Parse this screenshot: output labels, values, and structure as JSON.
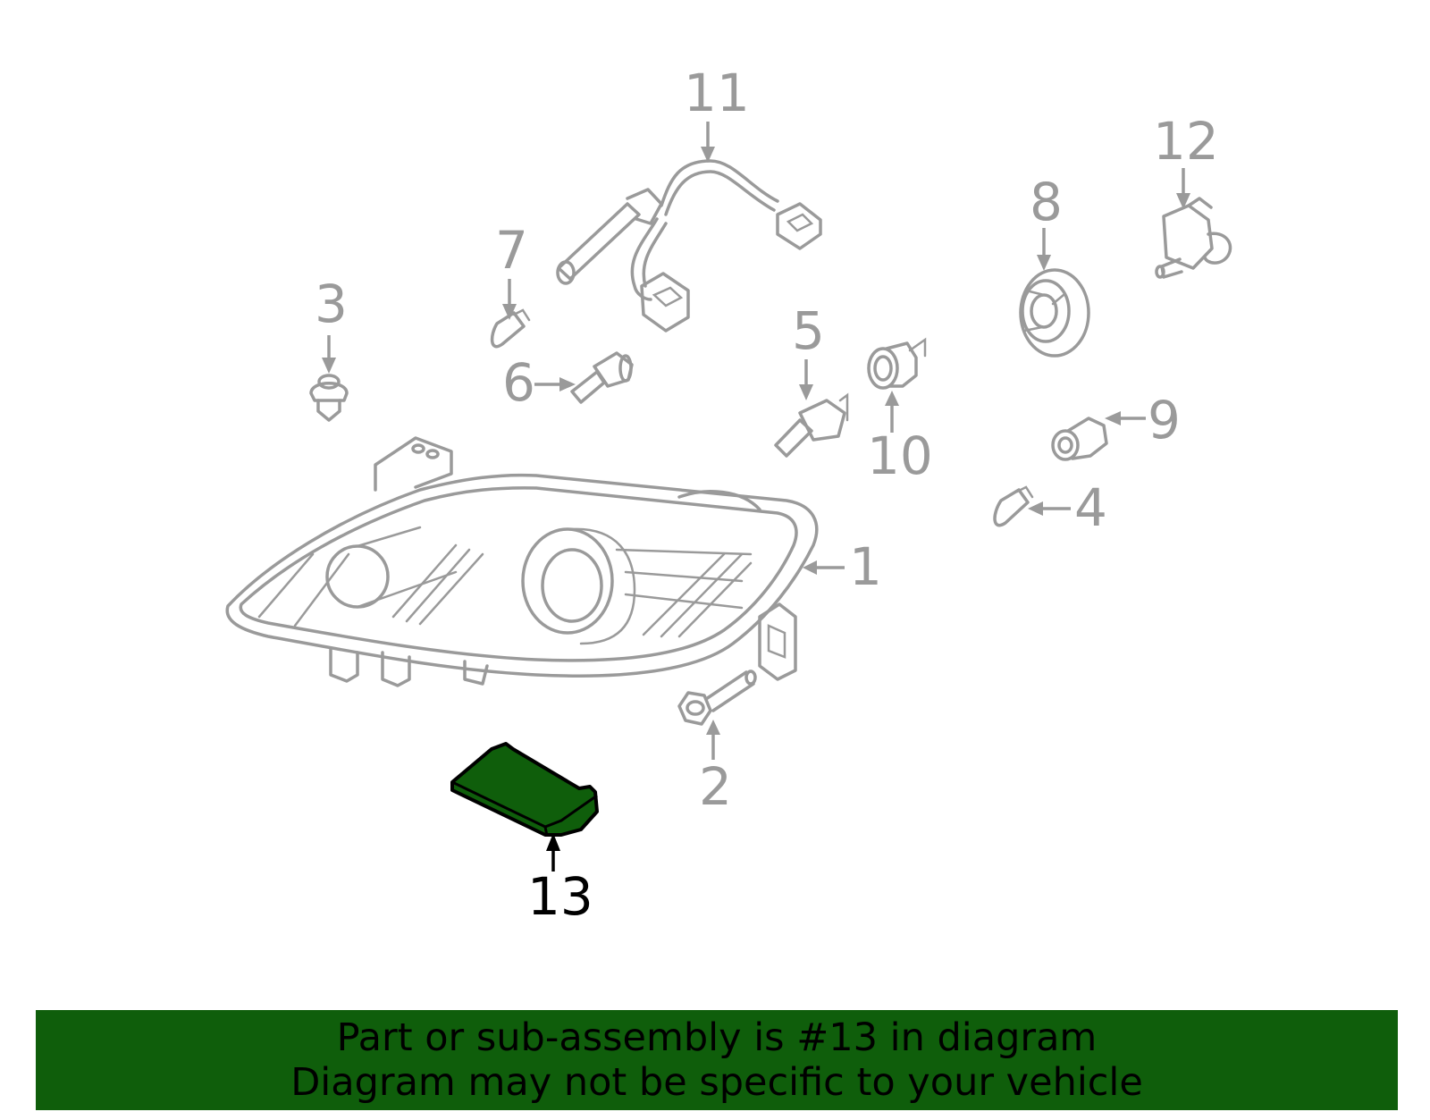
{
  "diagram": {
    "callouts": {
      "c1": "1",
      "c2": "2",
      "c3": "3",
      "c4": "4",
      "c5": "5",
      "c6": "6",
      "c7": "7",
      "c8": "8",
      "c9": "9",
      "c10": "10",
      "c11": "11",
      "c12": "12",
      "c13": "13"
    },
    "highlighted_part": "13",
    "highlight_color": "#0f5e0b",
    "line_color": "#9a9a9a"
  },
  "banner": {
    "line1": "Part or sub-assembly is #13 in diagram",
    "line2": "Diagram may not be specific to your vehicle",
    "background": "#0f5e0b"
  }
}
